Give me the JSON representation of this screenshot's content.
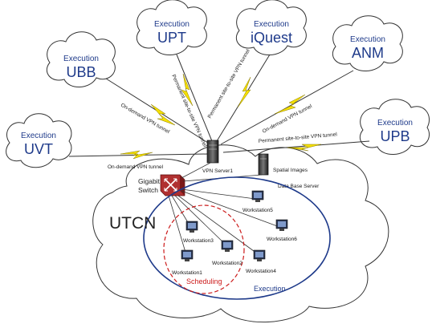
{
  "sites": [
    {
      "id": "uvt",
      "exec": "Execution",
      "name": "UVT"
    },
    {
      "id": "ubb",
      "exec": "Execution",
      "name": "UBB"
    },
    {
      "id": "upt",
      "exec": "Execution",
      "name": "UPT"
    },
    {
      "id": "iquest",
      "exec": "Execution",
      "name": "iQuest"
    },
    {
      "id": "anm",
      "exec": "Execution",
      "name": "ANM"
    },
    {
      "id": "upb",
      "exec": "Execution",
      "name": "UPB"
    }
  ],
  "tunnels": {
    "uvt": "On-demand VPN tunnel",
    "ubb": "On-demand VPN tunnel",
    "upt": "Permanent site-to-site VPN tunnel",
    "iquest": "Permanent site-to-site VPN tunnel",
    "anm": "On-demand VPN tunnel",
    "upb": "Permanent site-to-site VPN tunnel"
  },
  "main": {
    "site": "UTCN",
    "vpn_server": "VPN Server1",
    "spatial_images": "Spatial Images",
    "db_server": "Data Base Server",
    "switch_line1": "Gigabit",
    "switch_line2": "Switch",
    "execution": "Execution",
    "scheduling": "Scheduling"
  },
  "workstations": [
    "Workstation1",
    "Workstation2",
    "Workstation3",
    "Workstation4",
    "Workstation5",
    "Workstation6"
  ]
}
